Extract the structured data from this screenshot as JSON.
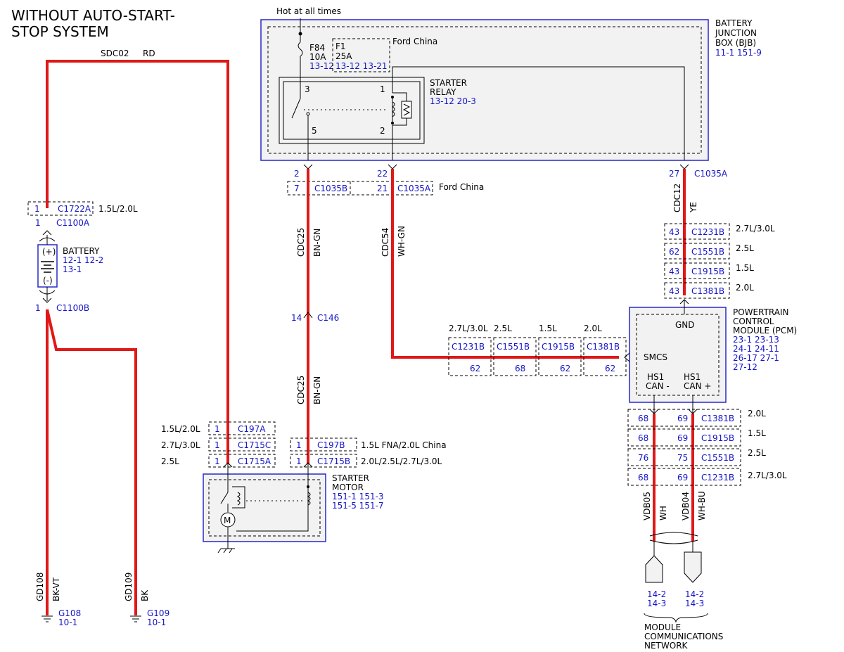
{
  "title_line1": "WITHOUT AUTO-START-",
  "title_line2": "STOP SYSTEM",
  "hot": "Hot at all times",
  "bjb": {
    "l1": "BATTERY",
    "l2": "JUNCTION",
    "l3": "BOX (BJB)",
    "ref": "11-1   151-9"
  },
  "f84": {
    "name": "F84",
    "amp": "10A",
    "ref": "13-12"
  },
  "f1": {
    "name": "F1",
    "amp": "25A",
    "ref": "13-12 13-21"
  },
  "ford_china": "Ford China",
  "relay": {
    "l1": "STARTER",
    "l2": "RELAY",
    "ref": "13-12 20-3",
    "p3": "3",
    "p1": "1",
    "p5": "5",
    "p2": "2"
  },
  "sdc02": "SDC02",
  "rd": "RD",
  "c1722a": {
    "pin": "1",
    "name": "C1722A",
    "note": "1.5L/2.0L"
  },
  "c1100a": {
    "pin": "1",
    "name": "C1100A"
  },
  "battery": {
    "label": "BATTERY",
    "ref1": "12-1   12-2",
    "ref2": "13-1",
    "plus": "(+)",
    "minus": "(-)"
  },
  "c1100b": {
    "pin": "1",
    "name": "C1100B"
  },
  "bjb_pins": {
    "p2": "2",
    "p22": "22",
    "p27": "27",
    "c1035a": "C1035A"
  },
  "c1035b_row": {
    "p7": "7",
    "c1035b": "C1035B",
    "p21": "21",
    "c1035a": "C1035A",
    "note": "Ford China"
  },
  "cdc25": "CDC25",
  "bngn": "BN-GN",
  "cdc54": "CDC54",
  "whgn": "WH-GN",
  "cdc12": "CDC12",
  "ye": "YE",
  "c146": {
    "pin": "14",
    "name": "C146"
  },
  "pcm_conn": [
    {
      "pin": "43",
      "name": "C1231B",
      "note": "2.7L/3.0L"
    },
    {
      "pin": "62",
      "name": "C1551B",
      "note": "2.5L"
    },
    {
      "pin": "43",
      "name": "C1915B",
      "note": "1.5L"
    },
    {
      "pin": "43",
      "name": "C1381B",
      "note": "2.0L"
    }
  ],
  "pcm": {
    "l1": "POWERTRAIN",
    "l2": "CONTROL",
    "l3": "MODULE (PCM)",
    "r1": "23-1   23-13",
    "r2": "24-1   24-11",
    "r3": "26-17 27-1",
    "r4": "27-12",
    "gnd": "GND",
    "smcs": "SMCS",
    "hs1a": "HS1",
    "cana": "CAN -",
    "hs1b": "HS1",
    "canb": "CAN +"
  },
  "smcs_conn": [
    {
      "note": "2.7L/3.0L",
      "name": "C1231B",
      "pin": "62"
    },
    {
      "note": "2.5L",
      "name": "C1551B",
      "pin": "68"
    },
    {
      "note": "1.5L",
      "name": "C1915B",
      "pin": "62"
    },
    {
      "note": "2.0L",
      "name": "C1381B",
      "pin": "62"
    }
  ],
  "can_conn": [
    {
      "a": "68",
      "b": "69",
      "name": "C1381B",
      "note": "2.0L"
    },
    {
      "a": "68",
      "b": "69",
      "name": "C1915B",
      "note": "1.5L"
    },
    {
      "a": "76",
      "b": "75",
      "name": "C1551B",
      "note": "2.5L"
    },
    {
      "a": "68",
      "b": "69",
      "name": "C1231B",
      "note": "2.7L/3.0L"
    }
  ],
  "vdb05": "VDB05",
  "wh": "WH",
  "vdb04": "VDB04",
  "whbu": "WH-BU",
  "mcn": {
    "ref1": "14-2",
    "ref2": "14-3",
    "ref3": "14-2",
    "ref4": "14-3",
    "l1": "MODULE",
    "l2": "COMMUNICATIONS",
    "l3": "NETWORK"
  },
  "sm_left": [
    {
      "note": "1.5L/2.0L",
      "pin": "1",
      "name": "C197A"
    },
    {
      "note": "2.7L/3.0L",
      "pin": "1",
      "name": "C1715C"
    },
    {
      "note": "2.5L",
      "pin": "1",
      "name": "C1715A"
    }
  ],
  "sm_right": [
    {
      "pin": "1",
      "name": "C197B",
      "note": "1.5L FNA/2.0L China"
    },
    {
      "pin": "1",
      "name": "C1715B",
      "note": "2.0L/2.5L/2.7L/3.0L"
    }
  ],
  "starter": {
    "l1": "STARTER",
    "l2": "MOTOR",
    "r1": "151-1 151-3",
    "r2": "151-5 151-7"
  },
  "gd108": "GD108",
  "bkvt": "BK-VT",
  "g108": "G108",
  "g108ref": "10-1",
  "gd109": "GD109",
  "bk": "BK",
  "g109": "G109",
  "g109ref": "10-1"
}
